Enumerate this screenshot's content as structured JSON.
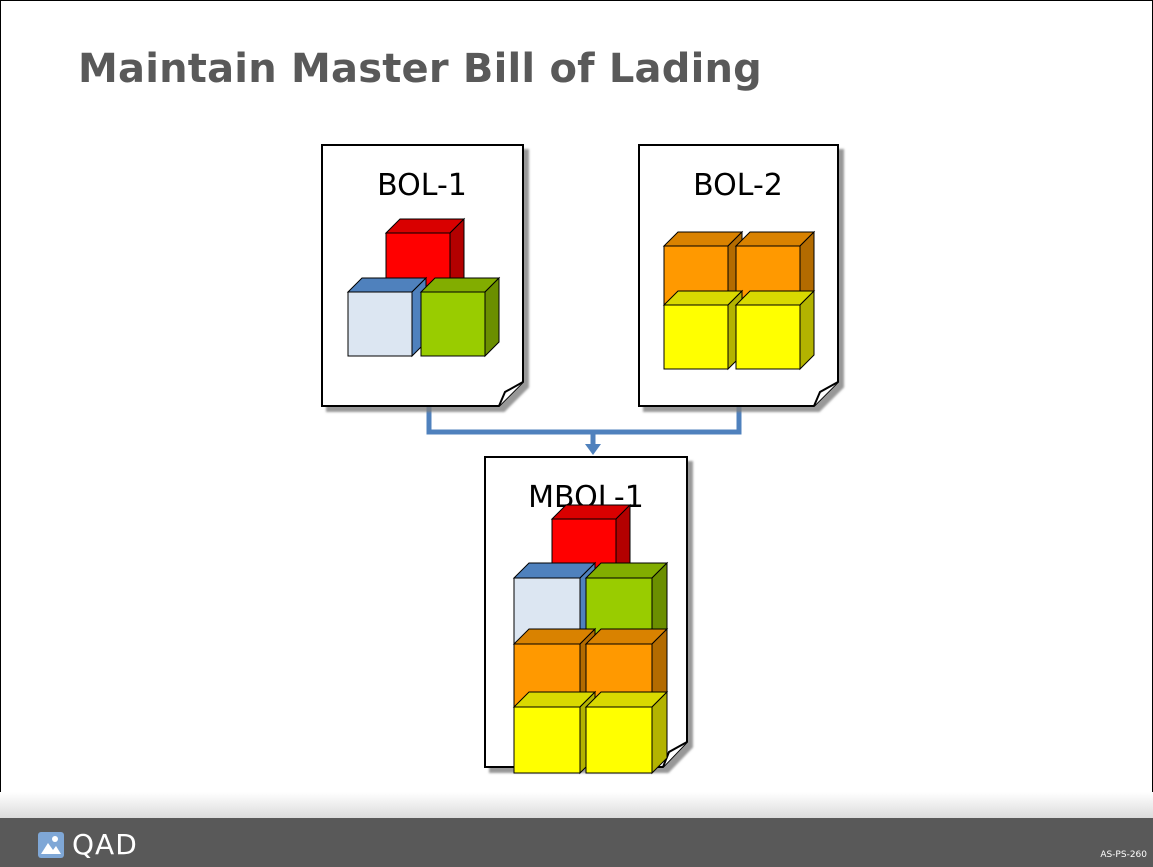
{
  "slide": {
    "title": "Maintain Master Bill of Lading",
    "slide_code": "AS-PS-260"
  },
  "documents": [
    {
      "label": "BOL-1",
      "boxes": [
        "red",
        "light-blue",
        "green"
      ]
    },
    {
      "label": "BOL-2",
      "boxes": [
        "orange",
        "orange",
        "yellow",
        "yellow"
      ]
    },
    {
      "label": "MBOL-1",
      "boxes": [
        "red",
        "light-blue",
        "green",
        "orange",
        "orange",
        "yellow",
        "yellow"
      ]
    }
  ],
  "footer": {
    "logo_text": "QAD"
  },
  "colors": {
    "title": "#595959",
    "footer_bar": "#595959",
    "connector": "#4f81bd",
    "red": "#ff0000",
    "light-blue": "#dce6f2",
    "green": "#99cc00",
    "orange": "#ff9900",
    "yellow": "#ffff00"
  }
}
